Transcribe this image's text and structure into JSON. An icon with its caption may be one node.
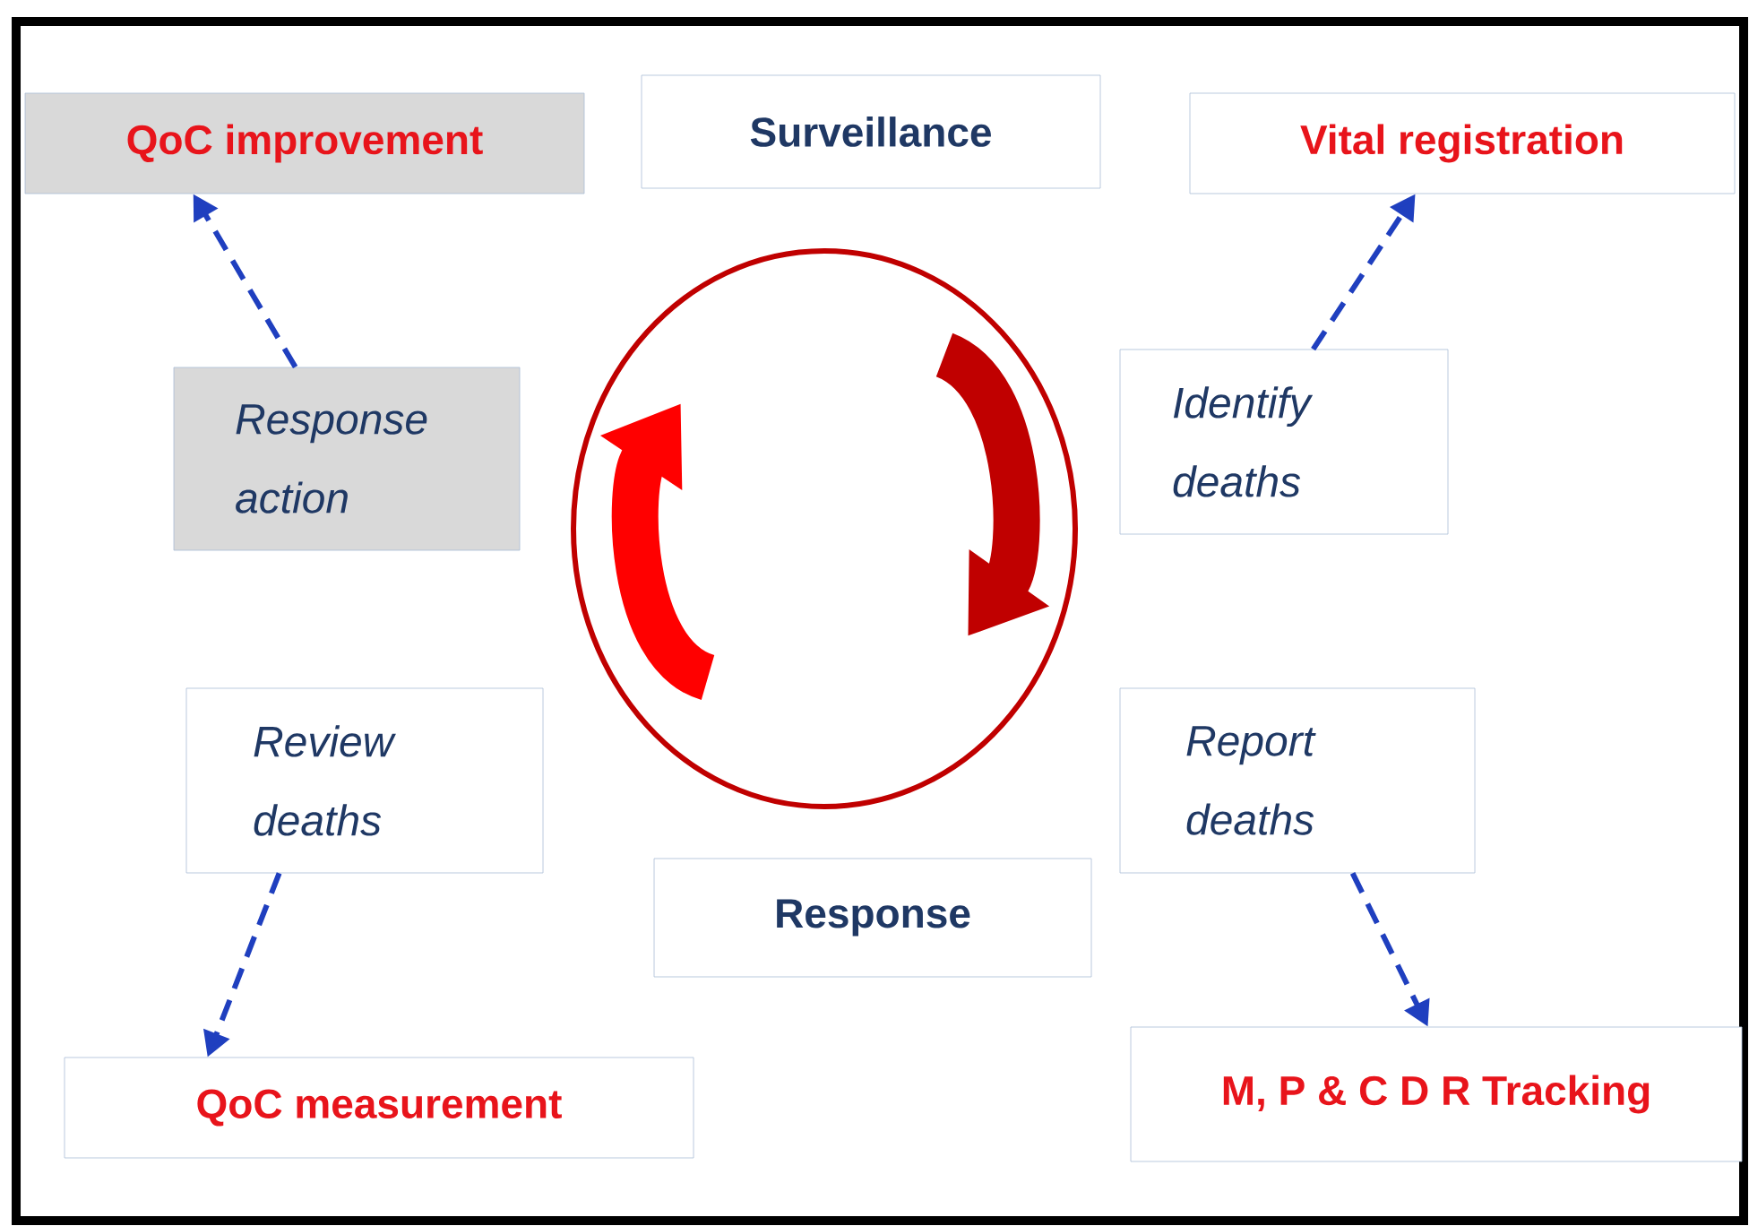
{
  "diagram": {
    "nodes": [
      {
        "text": [
          "QoC  improvement"
        ]
      },
      {
        "text": [
          "Surveillance"
        ]
      },
      {
        "text": [
          "Vital registration"
        ]
      },
      {
        "text": [
          "Response action"
        ]
      },
      {
        "text": [
          "Identify deaths"
        ]
      },
      {
        "text": [],
        "shape": "circle"
      },
      {
        "text": [
          "Review deaths"
        ]
      },
      {
        "text": [
          "Report deaths"
        ]
      },
      {
        "text": [
          "Response"
        ]
      },
      {
        "text": [
          "QoC  measurement"
        ]
      },
      {
        "text": [
          "M, P & C  D R Tracking"
        ]
      }
    ],
    "edges": [
      {
        "from": 3,
        "to": 0,
        "arrow": "to",
        "style": "dashed"
      },
      {
        "from": 4,
        "to": 2,
        "arrow": "to",
        "style": "dashed"
      },
      {
        "from": 6,
        "to": 9,
        "arrow": "to",
        "style": "dashed"
      },
      {
        "from": 7,
        "to": 10,
        "arrow": "to",
        "style": "dashed"
      }
    ]
  }
}
